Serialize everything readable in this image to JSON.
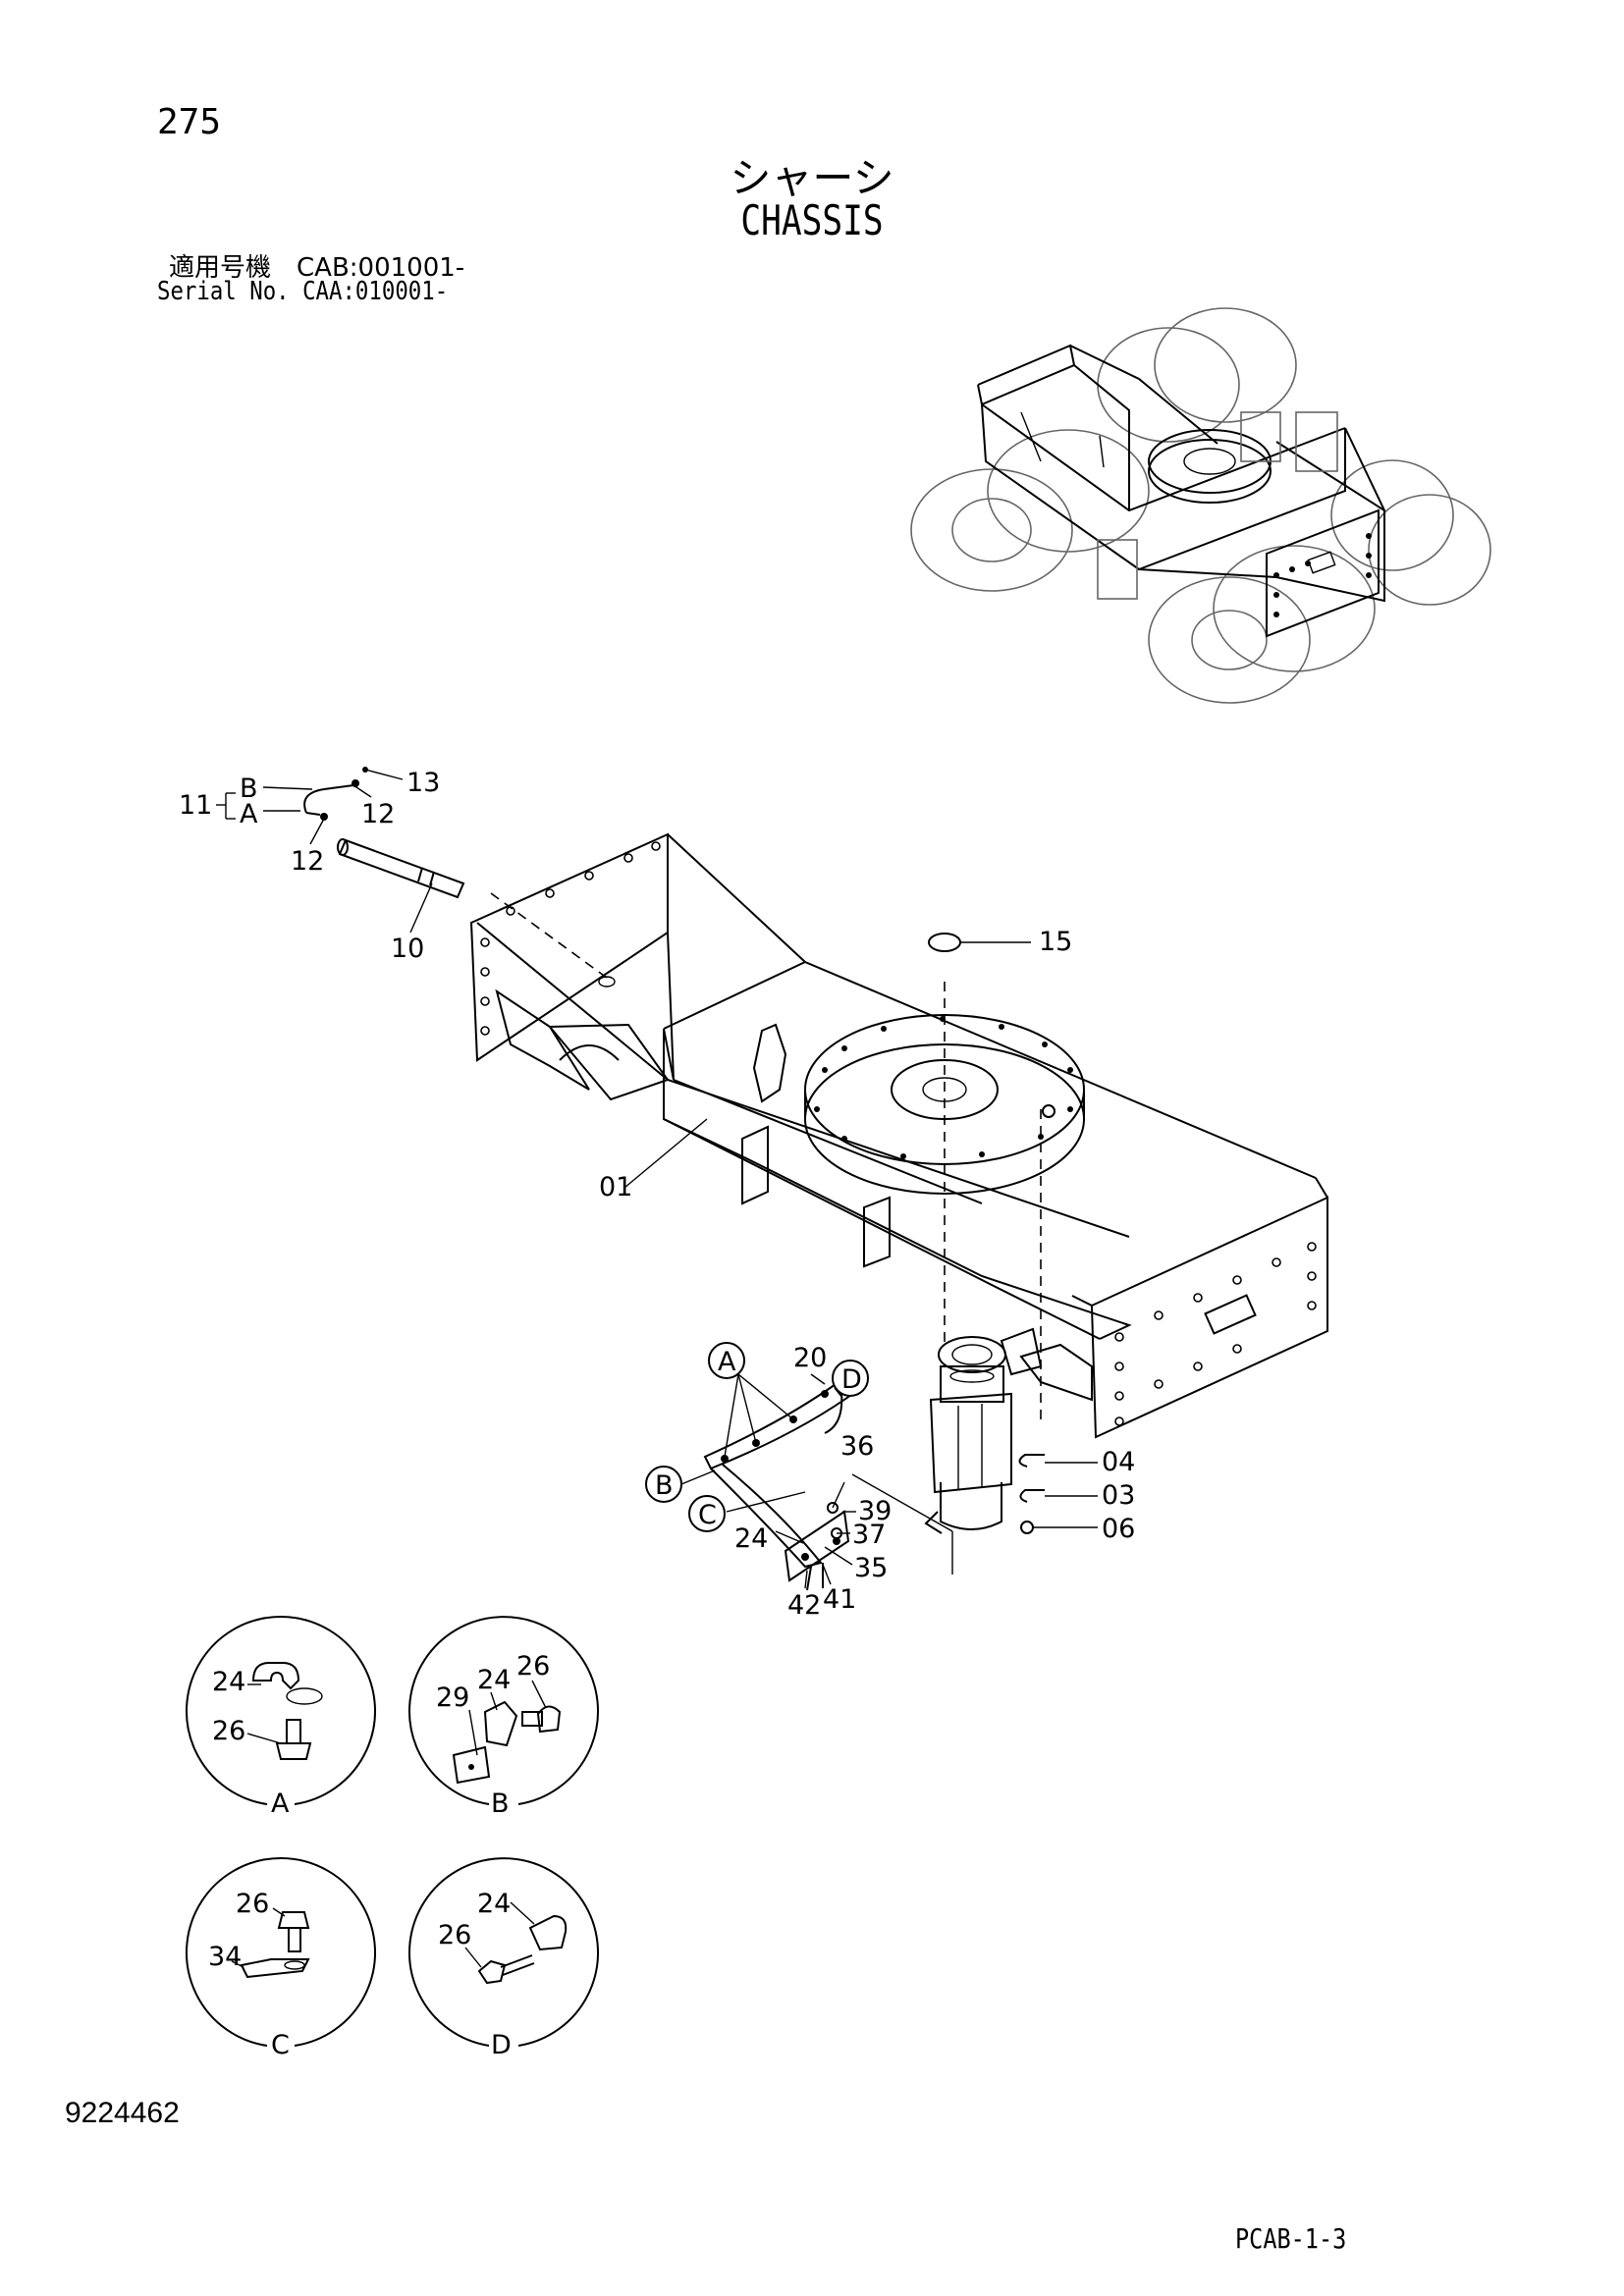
{
  "header": {
    "page_number": "275",
    "title_jp": "シャーシ",
    "title_en": "CHASSIS",
    "serial_jp": "適用号機　CAB:001001-",
    "serial_en": "Serial No. CAA:010001-"
  },
  "footer": {
    "doc_number": "9224462",
    "page_code": "PCAB-1-3"
  },
  "callouts": {
    "p01": "01",
    "p03": "03",
    "p04": "04",
    "p06": "06",
    "p10": "10",
    "p11": "11",
    "p12a": "12",
    "p12b": "12",
    "p13": "13",
    "p15": "15",
    "p20": "20",
    "p24": "24",
    "p35": "35",
    "p36": "36",
    "p37": "37",
    "p39": "39",
    "p41": "41",
    "p42": "42",
    "letterA": "A",
    "letterB": "B",
    "letterC": "C",
    "letterD": "D",
    "bracketB": "B",
    "bracketA": "A"
  },
  "details": {
    "A": {
      "caption": "A",
      "labels": [
        "24",
        "26"
      ]
    },
    "B": {
      "caption": "B",
      "labels": [
        "26",
        "24",
        "29"
      ]
    },
    "C": {
      "caption": "C",
      "labels": [
        "26",
        "34"
      ]
    },
    "D": {
      "caption": "D",
      "labels": [
        "24",
        "26"
      ]
    }
  }
}
